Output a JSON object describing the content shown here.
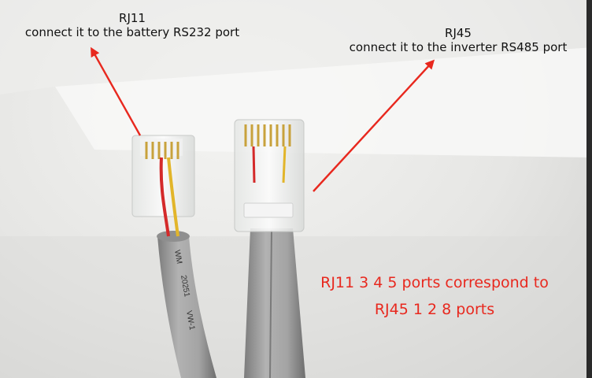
{
  "labels": {
    "rj11": {
      "title": "RJ11",
      "caption": "connect it to the battery RS232 port"
    },
    "rj45": {
      "title": "RJ45",
      "caption": "connect it to the inverter RS485 port"
    }
  },
  "cable_print": [
    "WM",
    "20251",
    "VW-1"
  ],
  "note": {
    "line1": "RJ11 3 4 5 ports correspond to",
    "line2": "RJ45 1 2 8 ports"
  },
  "colors": {
    "annotation_red": "#e8281e",
    "cable_grey": "#9a9a9a"
  }
}
